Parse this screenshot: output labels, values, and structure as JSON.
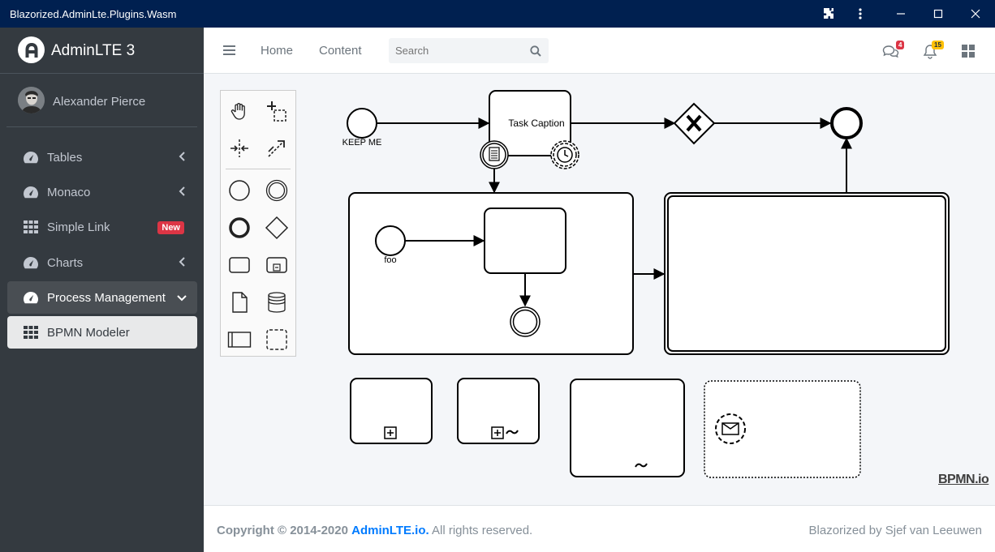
{
  "window": {
    "title": "Blazorized.AdminLte.Plugins.Wasm"
  },
  "brand": {
    "name": "AdminLTE 3"
  },
  "user": {
    "name": "Alexander Pierce"
  },
  "sidebar": {
    "items": [
      {
        "label": "Tables"
      },
      {
        "label": "Monaco"
      },
      {
        "label": "Simple Link",
        "badge": "New"
      },
      {
        "label": "Charts"
      },
      {
        "label": "Process Management"
      },
      {
        "label": "BPMN Modeler"
      }
    ]
  },
  "navbar": {
    "links": [
      "Home",
      "Content"
    ],
    "search_placeholder": "Search",
    "messages_count": "4",
    "notifications_count": "15"
  },
  "diagram": {
    "task_caption": "Task Caption",
    "start_event_label": "KEEP ME",
    "sub_start_label": "foo",
    "watermark": "BPMN.io"
  },
  "footer": {
    "copyright_prefix": "Copyright © 2014-2020",
    "copyright_link": "AdminLTE.io.",
    "copyright_suffix": "All rights reserved.",
    "credit": "Blazorized by Sjef van Leeuwen"
  },
  "colors": {
    "titlebar": "#002050",
    "sidebar": "#343a40",
    "accent": "#007bff",
    "danger": "#dc3545",
    "warning": "#ffc107"
  }
}
